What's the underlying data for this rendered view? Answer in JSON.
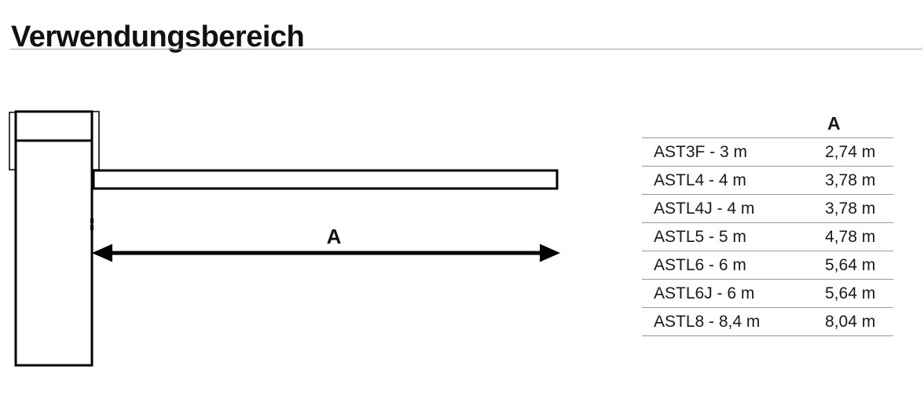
{
  "page": {
    "title": "Verwendungsbereich"
  },
  "diagram": {
    "description": "side view of barrier post with boom arm and horizontal dimension arrow",
    "dimension_label": "A"
  },
  "table": {
    "columns": [
      "",
      "A"
    ],
    "rows": [
      {
        "model": "AST3F - 3 m",
        "a": "2,74 m"
      },
      {
        "model": "ASTL4 - 4 m",
        "a": "3,78 m"
      },
      {
        "model": "ASTL4J - 4 m",
        "a": "3,78 m"
      },
      {
        "model": "ASTL5 - 5 m",
        "a": "4,78 m"
      },
      {
        "model": "ASTL6 - 6 m",
        "a": "5,64 m"
      },
      {
        "model": "ASTL6J - 6 m",
        "a": "5,64 m"
      },
      {
        "model": "ASTL8 - 8,4 m",
        "a": "8,04 m"
      }
    ]
  },
  "colors": {
    "background": "#ffffff",
    "text": "#1a1a1a",
    "divider": "#a6a6a6",
    "table_line": "#999999",
    "diagram_stroke": "#000000"
  }
}
